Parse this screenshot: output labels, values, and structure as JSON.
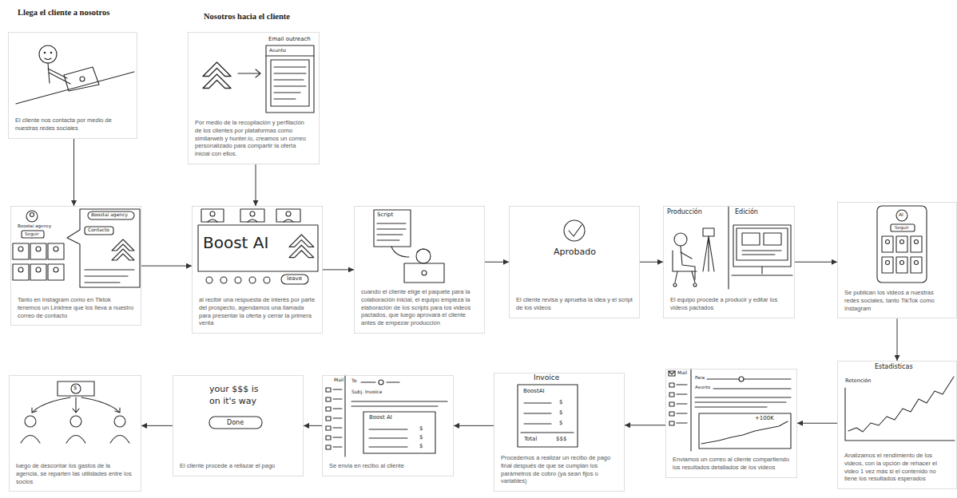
{
  "diagram": {
    "nodes": [
      {
        "text": [
          "El cliente nos contacta por medio de nuestras redes sociales"
        ]
      },
      {
        "text": [
          "Por medio de la recopilación y perfilación de los clientes por plataformas como similarweb y hunter.io, creamos un correo personalizado para compartir la oferta inicial con ellos."
        ]
      },
      {
        "text": [
          "Tanto en Instagram como en Tiktok tenemos un Linktree que los lleva a nuestro correo de contacto"
        ]
      },
      {
        "text": [
          "al recibir una respuesta de interés por parte del prospecto, agendamos una llamada para presentar la oferta y cerrar la primera venta"
        ]
      },
      {
        "text": [
          "cuando el cliente elige el paquete para la colaboración inicial, el equipo empieza la elaboración de los scripts para los videos pactados, que luego aprovará el cliente antes de empezar producción"
        ]
      },
      {
        "text": [
          "El cliente revisa y aprueba la idea y el script de los videos"
        ]
      },
      {
        "text": [
          "El equipo procede a producir y editar los videos pactados"
        ]
      },
      {
        "text": [
          "Se publican los videos a nuestras redes sociales, tanto TikTok como Instagram"
        ]
      },
      {
        "text": [
          "Analizamos el rendimiento de los videos, con la opción de rehacer el video 1 vez más si el contenido no tiene los resultados esperados"
        ]
      },
      {
        "text": [
          "Enviamos un correo al cliente compartiendo los resultados detallados de los videos"
        ]
      },
      {
        "text": [
          "Procedemos a realizar un recibo de pago final después de que se cumplan los parámetros de cobro (ya sean fijos o variables)"
        ]
      },
      {
        "text": [
          "Se envia en recibo al cliente"
        ]
      },
      {
        "text": [
          "El cliente procede a rellazar el pago"
        ]
      },
      {
        "text": [
          "luego de descontar los gastos de la agencia, se reparten las utilidades entre los socios"
        ]
      }
    ],
    "edges": [
      {
        "from": 0,
        "to": 2,
        "arrow": "to"
      },
      {
        "from": 1,
        "to": 3,
        "arrow": "to"
      },
      {
        "from": 2,
        "to": 3,
        "arrow": "to"
      },
      {
        "from": 3,
        "to": 4,
        "arrow": "to"
      },
      {
        "from": 4,
        "to": 5,
        "arrow": "to"
      },
      {
        "from": 5,
        "to": 6,
        "arrow": "to"
      },
      {
        "from": 6,
        "to": 7,
        "arrow": "to"
      },
      {
        "from": 7,
        "to": 8,
        "arrow": "to"
      },
      {
        "from": 8,
        "to": 9,
        "arrow": "to"
      },
      {
        "from": 9,
        "to": 10,
        "arrow": "to"
      },
      {
        "from": 10,
        "to": 11,
        "arrow": "to"
      },
      {
        "from": 11,
        "to": 12,
        "arrow": "to"
      },
      {
        "from": 12,
        "to": 13,
        "arrow": "to"
      }
    ],
    "labels": [
      "Llega el cliente a nosotros",
      "Nosotros hacia el cliente",
      "Email outreach",
      "Asunto",
      "Boostai agency",
      "Seguir",
      "Boostai agency",
      "Contacto",
      "Boost AI",
      "leave",
      "Script",
      "Aprobado",
      "Producción",
      "Edición",
      "AI",
      "Seguir",
      "Estadisticas",
      "Retención",
      "Mail",
      "Para",
      "Asunto",
      "+100K",
      "Invoice",
      "BoostAI",
      "$",
      "$",
      "$",
      "Total",
      "$$$",
      "Mail",
      "To",
      "Subj. Invoice",
      "Boost AI",
      "$",
      "$",
      "$",
      "your $$$ is on it's way",
      "Done",
      "$"
    ]
  }
}
